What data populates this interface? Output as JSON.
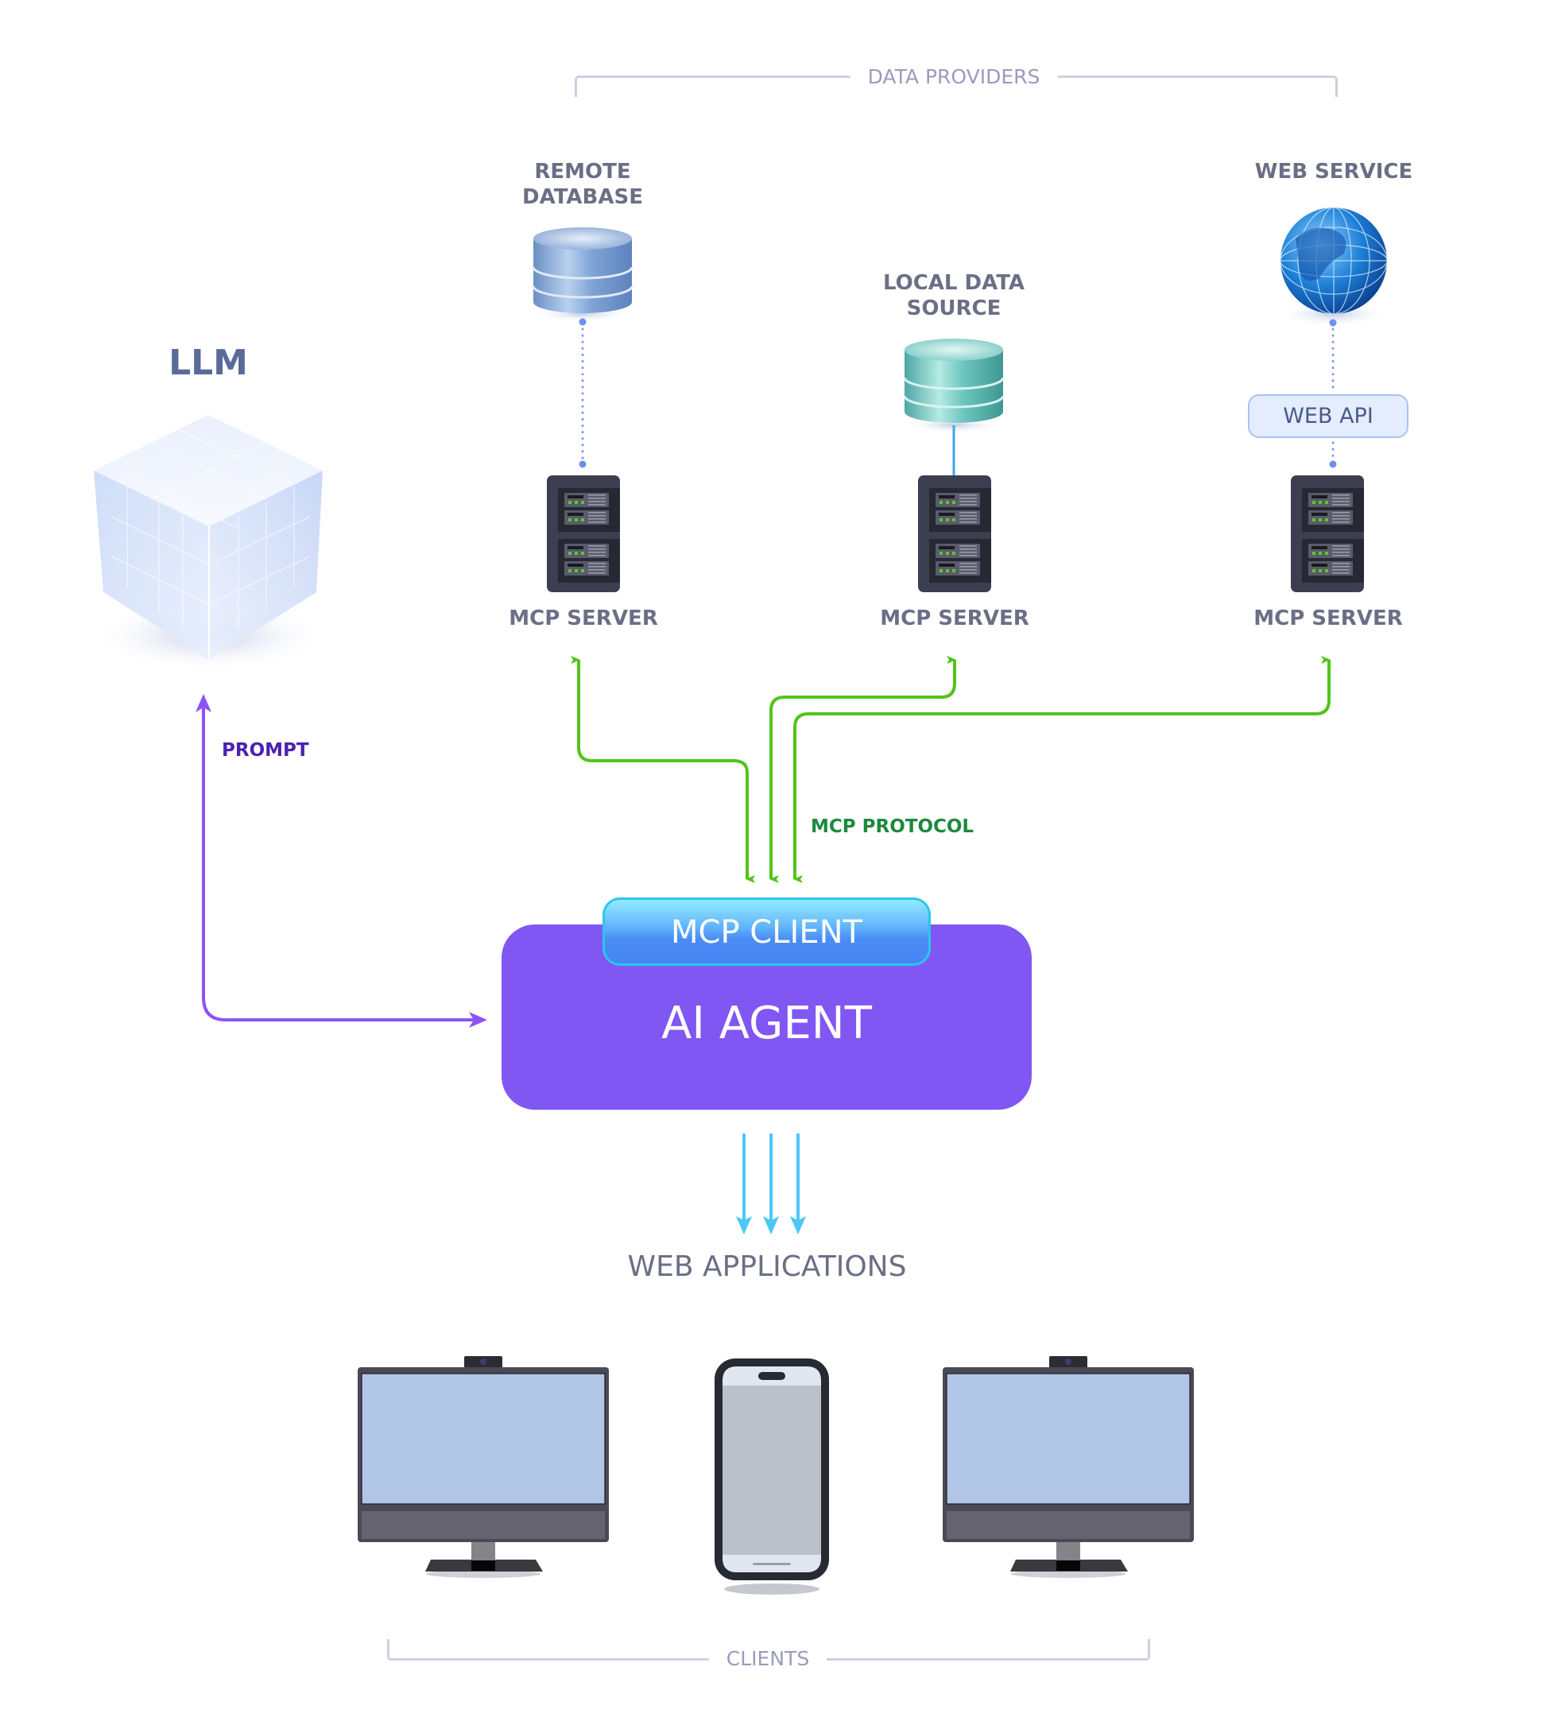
{
  "groups": {
    "data_providers": "DATA PROVIDERS",
    "clients": "CLIENTS"
  },
  "llm": {
    "title": "LLM",
    "icon": "glass-cube-icon"
  },
  "providers": [
    {
      "label_lines": [
        "REMOTE",
        "DATABASE"
      ],
      "icon": "database-icon",
      "color": "#7ea6d8",
      "link": "dotted"
    },
    {
      "label_lines": [
        "LOCAL DATA",
        "SOURCE"
      ],
      "icon": "database-icon",
      "color": "#6fc4c0",
      "link": "solid"
    },
    {
      "label_lines": [
        "WEB SERVICE"
      ],
      "icon": "globe-icon",
      "color": "#1f74c9",
      "link": "dotted"
    }
  ],
  "web_api": {
    "label": "WEB API"
  },
  "servers": [
    {
      "label": "MCP SERVER",
      "icon": "server-rack-icon"
    },
    {
      "label": "MCP SERVER",
      "icon": "server-rack-icon"
    },
    {
      "label": "MCP SERVER",
      "icon": "server-rack-icon"
    }
  ],
  "connections": {
    "mcp_protocol": "MCP PROTOCOL",
    "prompt": "PROMPT"
  },
  "agent": {
    "title": "AI AGENT",
    "client": "MCP CLIENT"
  },
  "web_applications": "WEB APPLICATIONS",
  "client_devices": [
    {
      "type": "desktop-monitor",
      "icon": "monitor-icon"
    },
    {
      "type": "smartphone",
      "icon": "smartphone-icon"
    },
    {
      "type": "desktop-monitor",
      "icon": "monitor-icon"
    }
  ],
  "colors": {
    "agent": "#8057f2",
    "client": "#4785f4",
    "mcp_arrows": "#52c41a",
    "prompt_arrow": "#8c52f5",
    "web_app_arrows": "#4cc8f7",
    "mcp_protocol_text": "#1a8a3a",
    "prompt_text": "#4a22b0",
    "label_text": "#6b6f85",
    "llm_text": "#5a6b99"
  }
}
